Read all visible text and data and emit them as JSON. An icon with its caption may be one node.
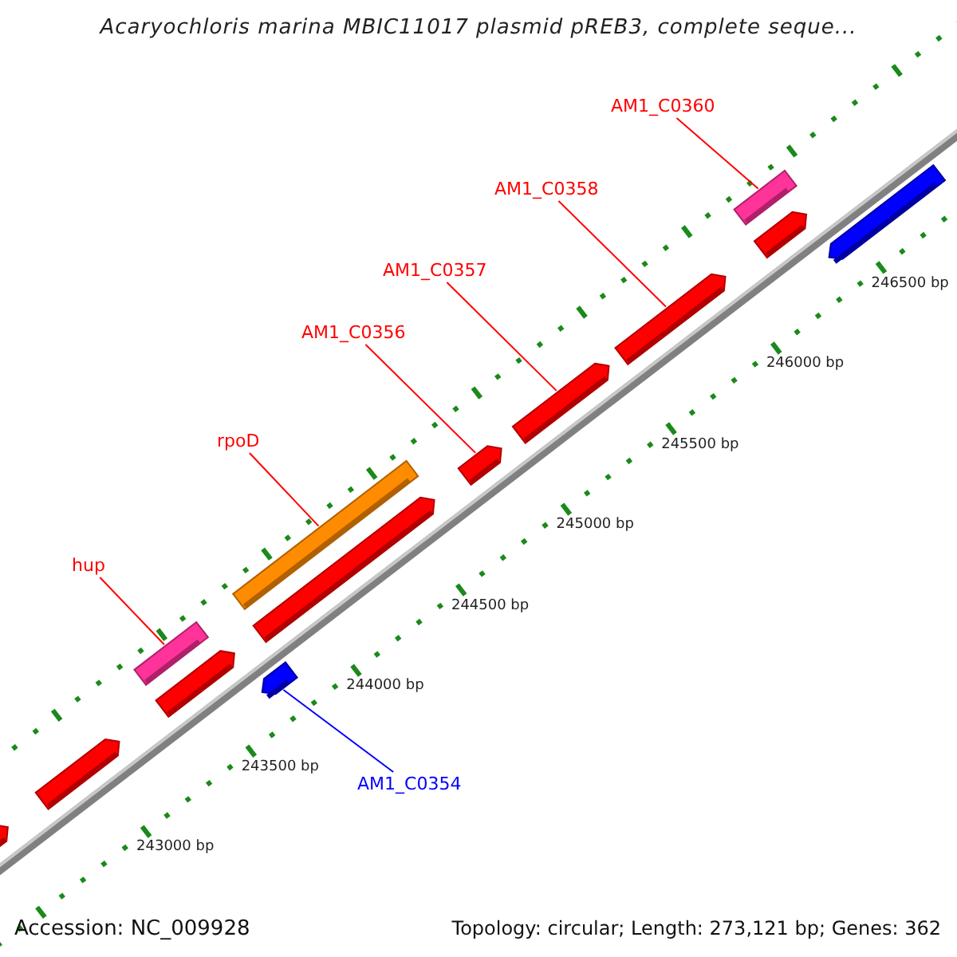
{
  "diagram": {
    "title": "Acaryochloris marina MBIC11017 plasmid pREB3, complete seque...",
    "nodes": [
      {
        "text": [
          "AM1_C0360"
        ]
      },
      {
        "text": [
          "AM1_C0358"
        ]
      },
      {
        "text": [
          "AM1_C0357"
        ]
      },
      {
        "text": [
          "AM1_C0356"
        ]
      },
      {
        "text": [
          "rpoD"
        ]
      },
      {
        "text": [
          "hup"
        ]
      },
      {
        "text": [
          "AM1_C0354"
        ]
      },
      {
        "text": [],
        "shape": "bar"
      },
      {
        "text": [],
        "shape": "bar"
      },
      {
        "text": [],
        "shape": "bar"
      },
      {
        "text": [],
        "shape": "bar"
      },
      {
        "text": [],
        "shape": "bar"
      },
      {
        "text": [],
        "shape": "bar"
      },
      {
        "text": [],
        "shape": "bar"
      },
      {
        "text": [],
        "shape": "bar"
      },
      {
        "text": [],
        "shape": "bar"
      },
      {
        "text": [],
        "shape": "bar"
      },
      {
        "text": [],
        "shape": "bar"
      },
      {
        "text": [],
        "shape": "bar"
      },
      {
        "text": [],
        "shape": "bar"
      }
    ],
    "edges": [
      {
        "from": 0,
        "to": 17,
        "arrow": "none"
      },
      {
        "from": 1,
        "to": 16,
        "arrow": "none"
      },
      {
        "from": 2,
        "to": 15,
        "arrow": "none"
      },
      {
        "from": 3,
        "to": 14,
        "arrow": "none"
      },
      {
        "from": 4,
        "to": 12,
        "arrow": "none"
      },
      {
        "from": 5,
        "to": 9,
        "arrow": "none"
      },
      {
        "from": 6,
        "to": 11,
        "arrow": "none",
        "color": "#0000ff"
      }
    ],
    "labels": [
      "246500 bp",
      "246000 bp",
      "245500 bp",
      "245000 bp",
      "244500 bp",
      "244000 bp",
      "243500 bp",
      "243000 bp",
      "Accession: NC_009928",
      "Topology: circular; Length: 273,121 bp; Genes: 362"
    ]
  }
}
